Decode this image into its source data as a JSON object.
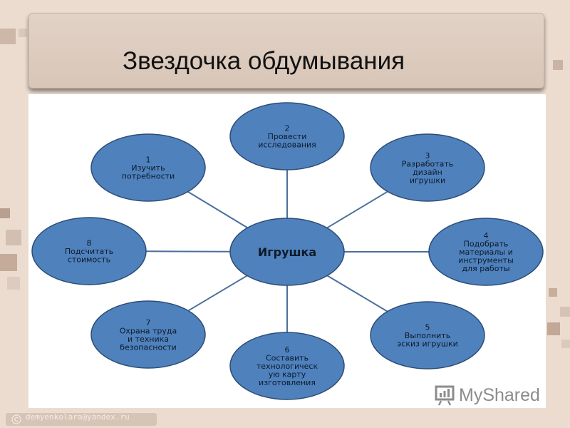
{
  "title": "Звездочка обдумывания",
  "center": {
    "label": "Игрушка"
  },
  "nodes": [
    {
      "num": "1",
      "lines": [
        "Изучить",
        "потребности"
      ]
    },
    {
      "num": "2",
      "lines": [
        "Провести",
        "исследования"
      ]
    },
    {
      "num": "3",
      "lines": [
        "Разработать",
        "дизайн",
        "игрушки"
      ]
    },
    {
      "num": "4",
      "lines": [
        "Подобрать",
        "материалы и",
        "инструменты",
        "для работы"
      ]
    },
    {
      "num": "5",
      "lines": [
        "Выполнить",
        "эскиз игрушки"
      ]
    },
    {
      "num": "6",
      "lines": [
        "Составить",
        "технологическ",
        "ую карту",
        "изготовления"
      ]
    },
    {
      "num": "7",
      "lines": [
        "Охрана труда",
        "и техника",
        "безопасности"
      ]
    },
    {
      "num": "8",
      "lines": [
        "Подсчитать",
        "стоимость"
      ]
    }
  ],
  "watermark": "MyShared",
  "footer": {
    "text": "demyenkolara@yandex.ru"
  },
  "colors": {
    "node_fill": "#4f81bd",
    "node_stroke": "#2c4d75",
    "connector": "#4a6f9c",
    "background": "#ecdcd0"
  }
}
